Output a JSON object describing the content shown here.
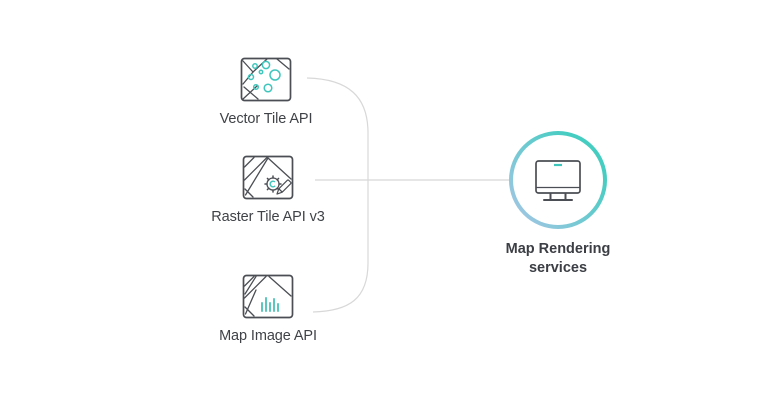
{
  "diagram": {
    "sources": [
      {
        "label": "Vector Tile API",
        "icon": "map-tile-poi-dots-icon"
      },
      {
        "label": "Raster Tile API v3",
        "icon": "map-tile-gear-pencil-icon"
      },
      {
        "label": "Map Image API",
        "icon": "map-tile-chart-bars-icon"
      }
    ],
    "target": {
      "label_line1": "Map Rendering",
      "label_line2": "services",
      "icon": "monitor-icon"
    },
    "colors": {
      "accent_teal": "#3fc6bc",
      "icon_stroke": "#4b4e54",
      "connector_gray": "#d8d8d8",
      "label_text": "#3f4247",
      "target_label_text": "#3b3e44",
      "circle_gradient_start": "#a2c6e4",
      "circle_gradient_end": "#45cdc1",
      "background": "#ffffff"
    }
  }
}
